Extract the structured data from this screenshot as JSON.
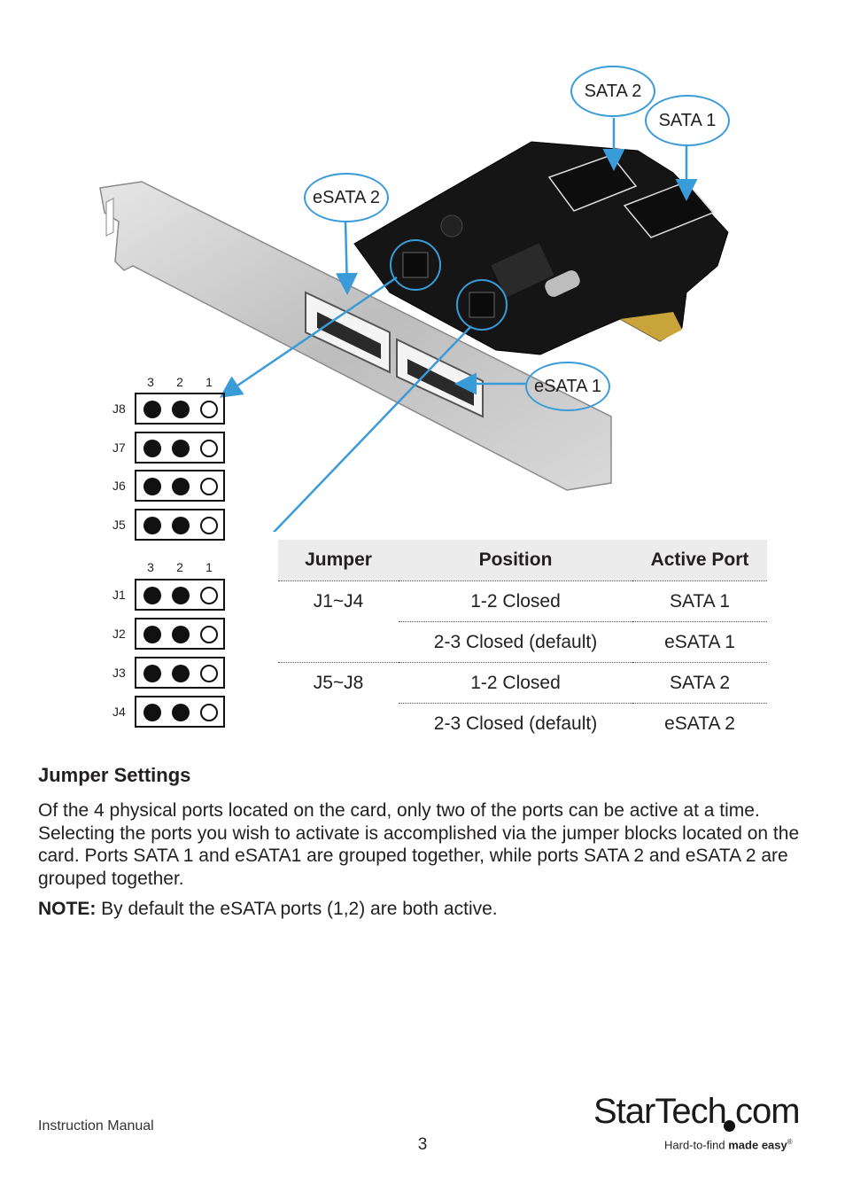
{
  "callouts": {
    "sata2": "SATA 2",
    "sata1": "SATA 1",
    "esata2": "eSATA 2",
    "esata1": "eSATA 1"
  },
  "jumper_diagram": {
    "pin_numbers": [
      "3",
      "2",
      "1"
    ],
    "group_top": [
      "J8",
      "J7",
      "J6",
      "J5"
    ],
    "group_bottom": [
      "J1",
      "J2",
      "J3",
      "J4"
    ],
    "closed_pins": "3-2"
  },
  "table": {
    "headers": [
      "Jumper",
      "Position",
      "Active Port"
    ],
    "rows": [
      [
        "J1~J4",
        "1-2 Closed",
        "SATA 1"
      ],
      [
        "",
        "2-3 Closed (default)",
        "eSATA 1"
      ],
      [
        "J5~J8",
        "1-2 Closed",
        "SATA 2"
      ],
      [
        "",
        "2-3 Closed (default)",
        "eSATA 2"
      ]
    ]
  },
  "section": {
    "title": "Jumper Settings",
    "paragraph": "Of the 4 physical ports located on the card, only two of the ports can be active at a time.  Selecting the ports you wish to activate is accomplished via the jumper blocks located on the card. Ports SATA 1 and eSATA1 are grouped together, while ports SATA 2 and eSATA 2 are grouped together.",
    "note_label": "NOTE:",
    "note_text": " By default the eSATA ports (1,2) are both active."
  },
  "footer": {
    "left": "Instruction Manual",
    "page": "3",
    "logo_word": "StarTech com",
    "logo_tagline_light": "Hard-to-find ",
    "logo_tagline_bold": "made easy",
    "logo_reg": "®"
  },
  "colors": {
    "callout": "#3a9bd9",
    "pcb": "#151515",
    "bracket": "#c8c8c8",
    "table_header_bg": "#ececec"
  }
}
